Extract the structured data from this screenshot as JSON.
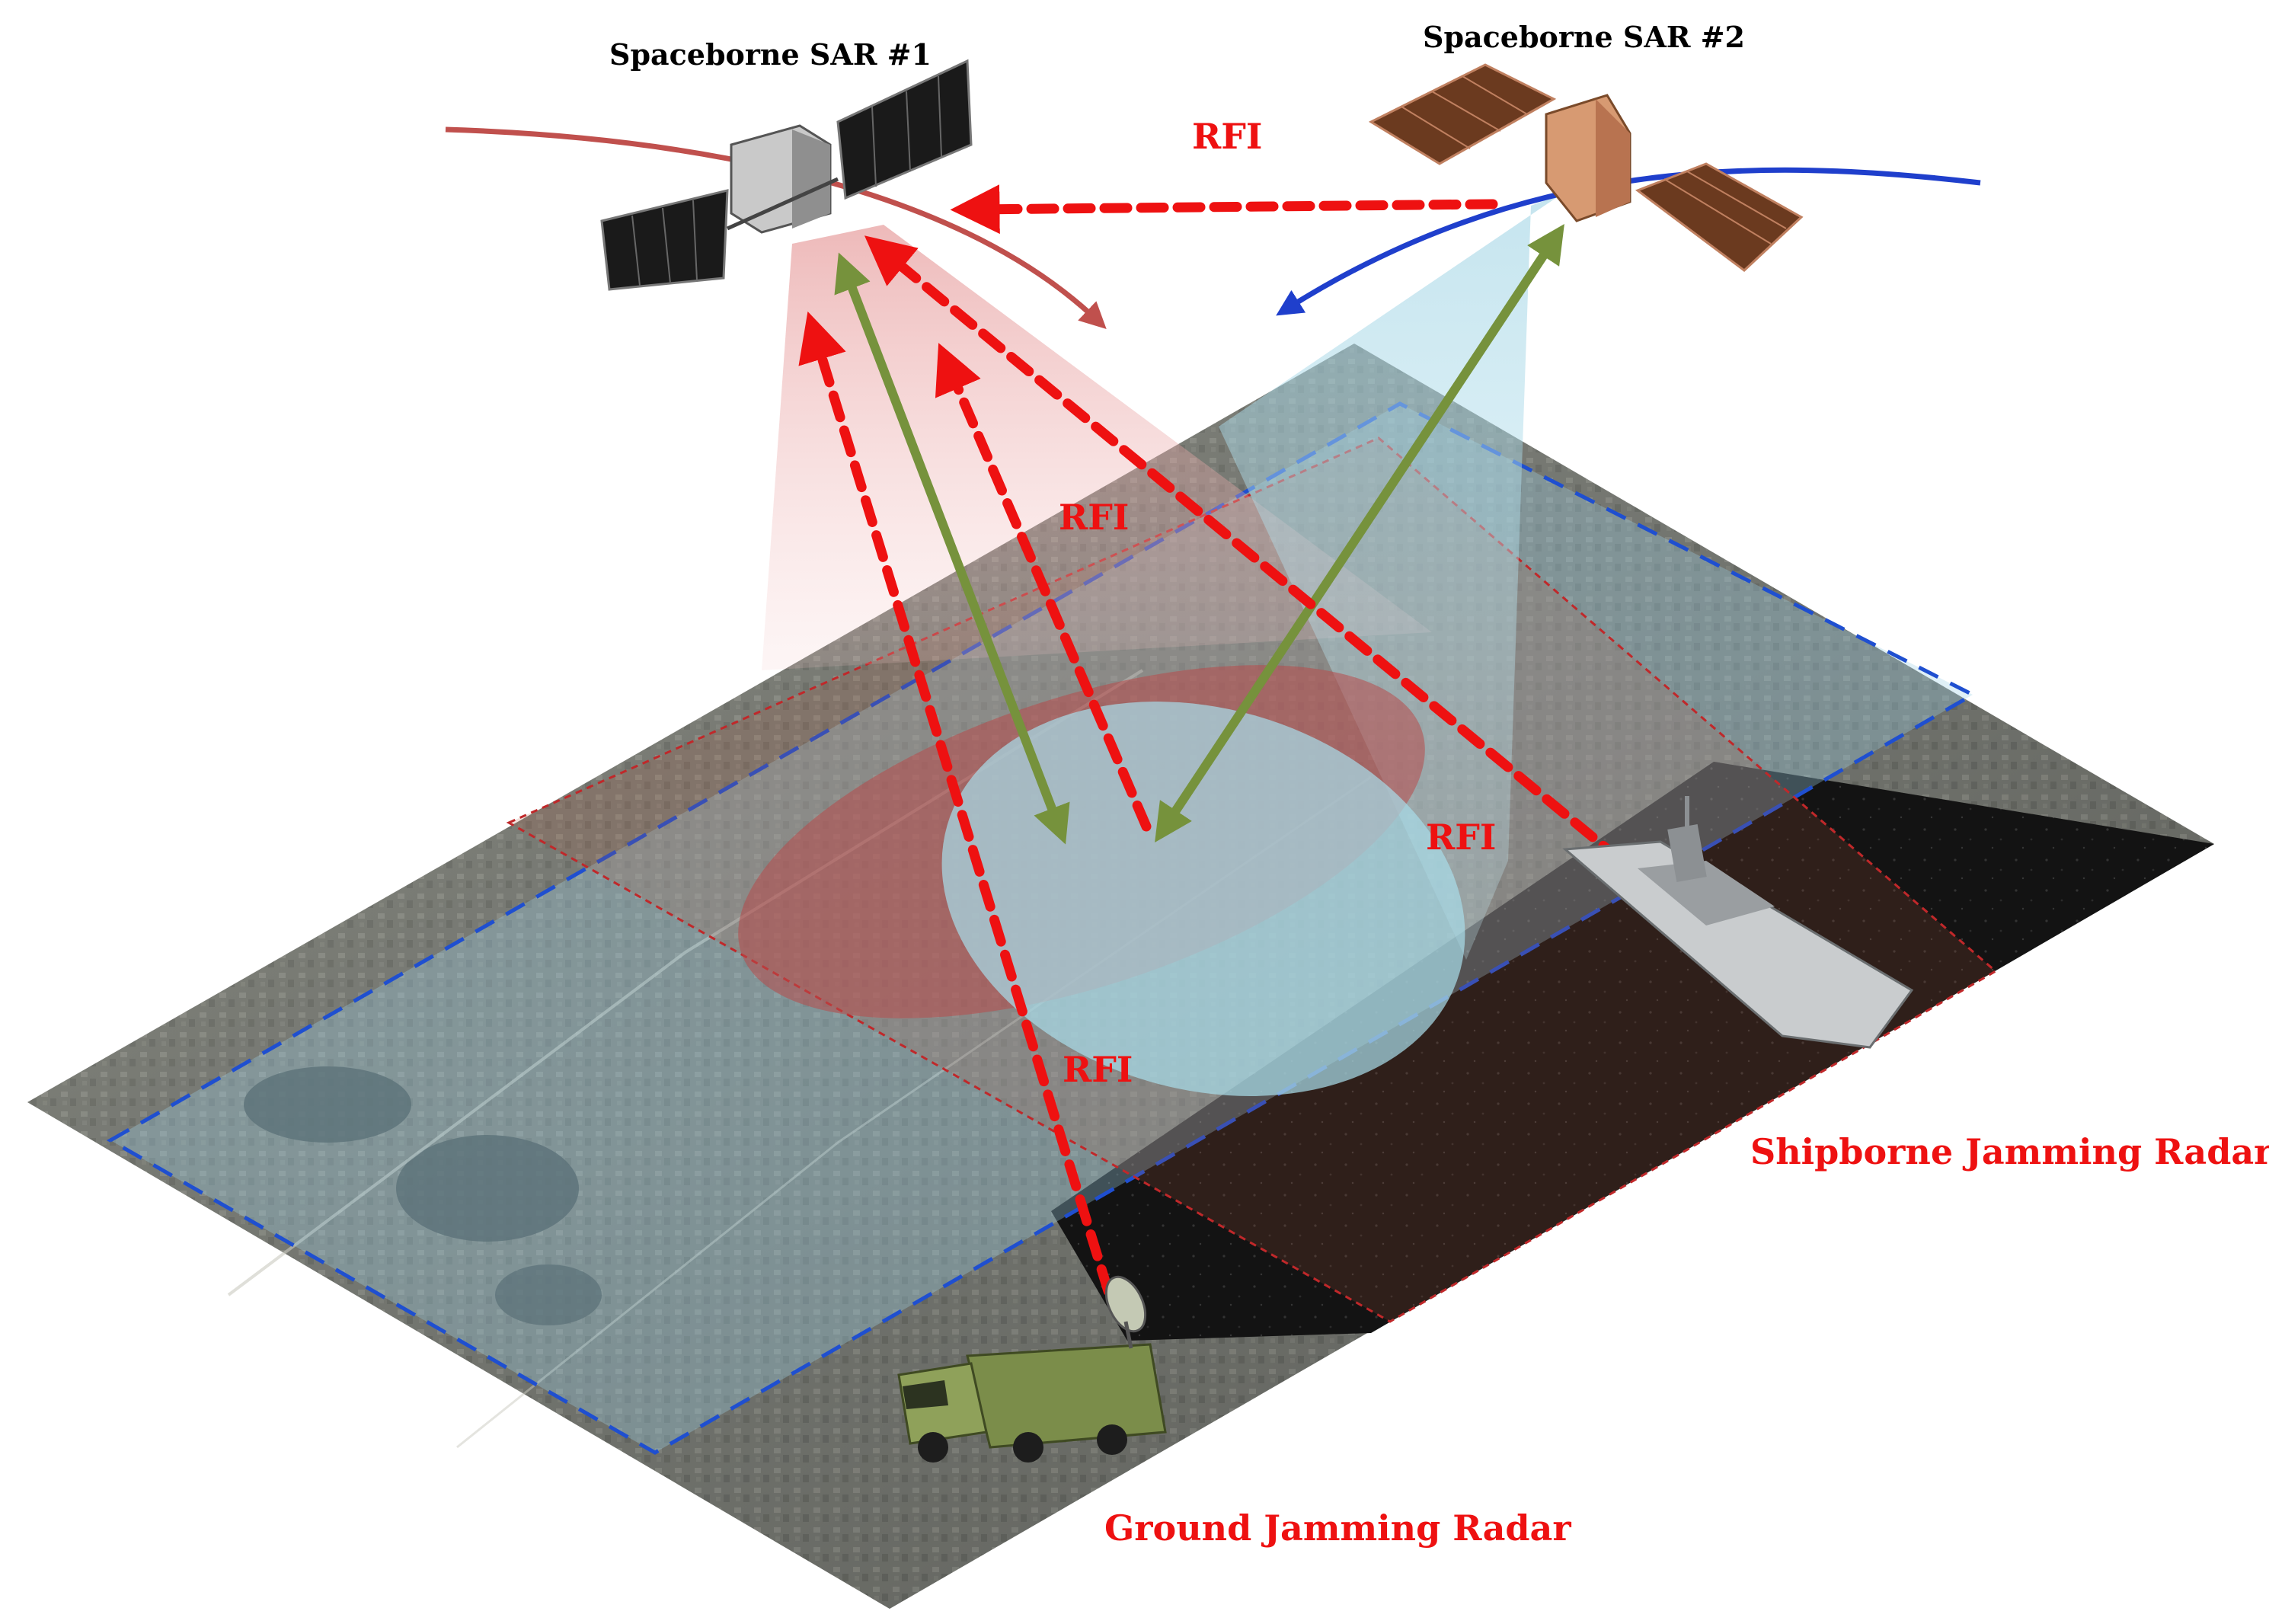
{
  "labels": {
    "sat1": "Spaceborne SAR #1",
    "sat2": "Spaceborne SAR #2",
    "rfi_top": "RFI",
    "rfi_mid": "RFI",
    "rfi_right": "RFI",
    "rfi_bottom": "RFI",
    "ship_radar": "Shipborne Jamming Radar",
    "ground_radar": "Ground Jamming Radar"
  },
  "colors": {
    "rfi": "#ee1111",
    "link": "#76923c",
    "orbit1": "#c0504d",
    "orbit2": "#1f3fcc",
    "swath": "#1f4fd0"
  }
}
